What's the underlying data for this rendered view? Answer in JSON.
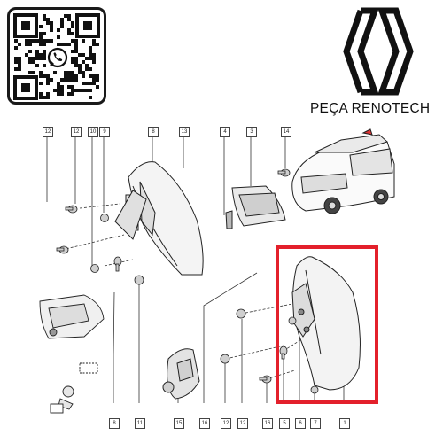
{
  "brand": {
    "name": "PEÇA RENOTECH",
    "logo_icon": "renault-diamond-logo",
    "qr_icon": "whatsapp-qr-code",
    "whatsapp_icon": "whatsapp-icon"
  },
  "diagram": {
    "callouts_top": [
      "12",
      "10",
      "9",
      "8",
      "13",
      "4",
      "3",
      "14"
    ],
    "callouts_bottom": [
      "8",
      "11",
      "15",
      "16",
      "12",
      "16",
      "5",
      "6",
      "7",
      "1"
    ],
    "highlight_color": "#e3202b",
    "line_color": "#333333"
  }
}
